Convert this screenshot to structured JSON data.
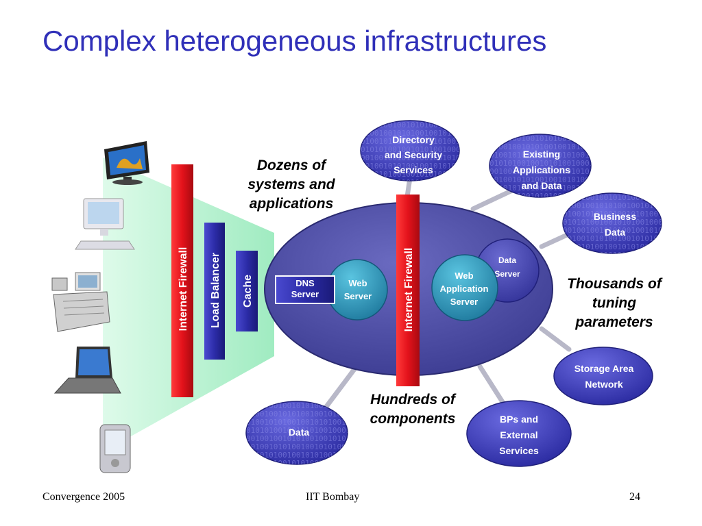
{
  "title": "Complex heterogeneous infrastructures",
  "annotations": {
    "systems": [
      "Dozens of",
      "systems and",
      "applications"
    ],
    "parameters": [
      "Thousands of",
      "tuning",
      "parameters"
    ],
    "components": [
      "Hundreds of",
      "components"
    ]
  },
  "bars": {
    "firewall_left": "Internet Firewall",
    "load_balancer": "Load Balancer",
    "cache": "Cache",
    "firewall_center": "Internet Firewall"
  },
  "dns_server": [
    "DNS",
    "Server"
  ],
  "servers": {
    "web": [
      "Web",
      "Server"
    ],
    "web_app": [
      "Web",
      "Application",
      "Server"
    ],
    "data": [
      "Data",
      "Server"
    ]
  },
  "satellites": {
    "directory": [
      "Directory",
      "and Security",
      "Services"
    ],
    "existing": [
      "Existing",
      "Applications",
      "and Data"
    ],
    "business": [
      "Business",
      "Data"
    ],
    "storage": [
      "Storage Area",
      "Network"
    ],
    "bps": [
      "BPs and",
      "External",
      "Services"
    ],
    "data": [
      "Data"
    ]
  },
  "binary_text": "0100100100101010010010101001000111001010010100101010",
  "client_devices": [
    "monitor-icon",
    "desktop-computer-icon",
    "cash-register-icon",
    "laptop-icon",
    "pda-icon"
  ],
  "colors": {
    "title": "#2f2fb8",
    "firewall": "#e3121b",
    "bar_blue": "#2c2ca8",
    "ellipse": "#4a4aa0",
    "satellite": "#3a3ab4",
    "server_teal": "#2a8fb0",
    "light_beam": "#a8f0c8"
  },
  "footer": {
    "left": "Convergence 2005",
    "center": "IIT Bombay",
    "page": "24"
  }
}
